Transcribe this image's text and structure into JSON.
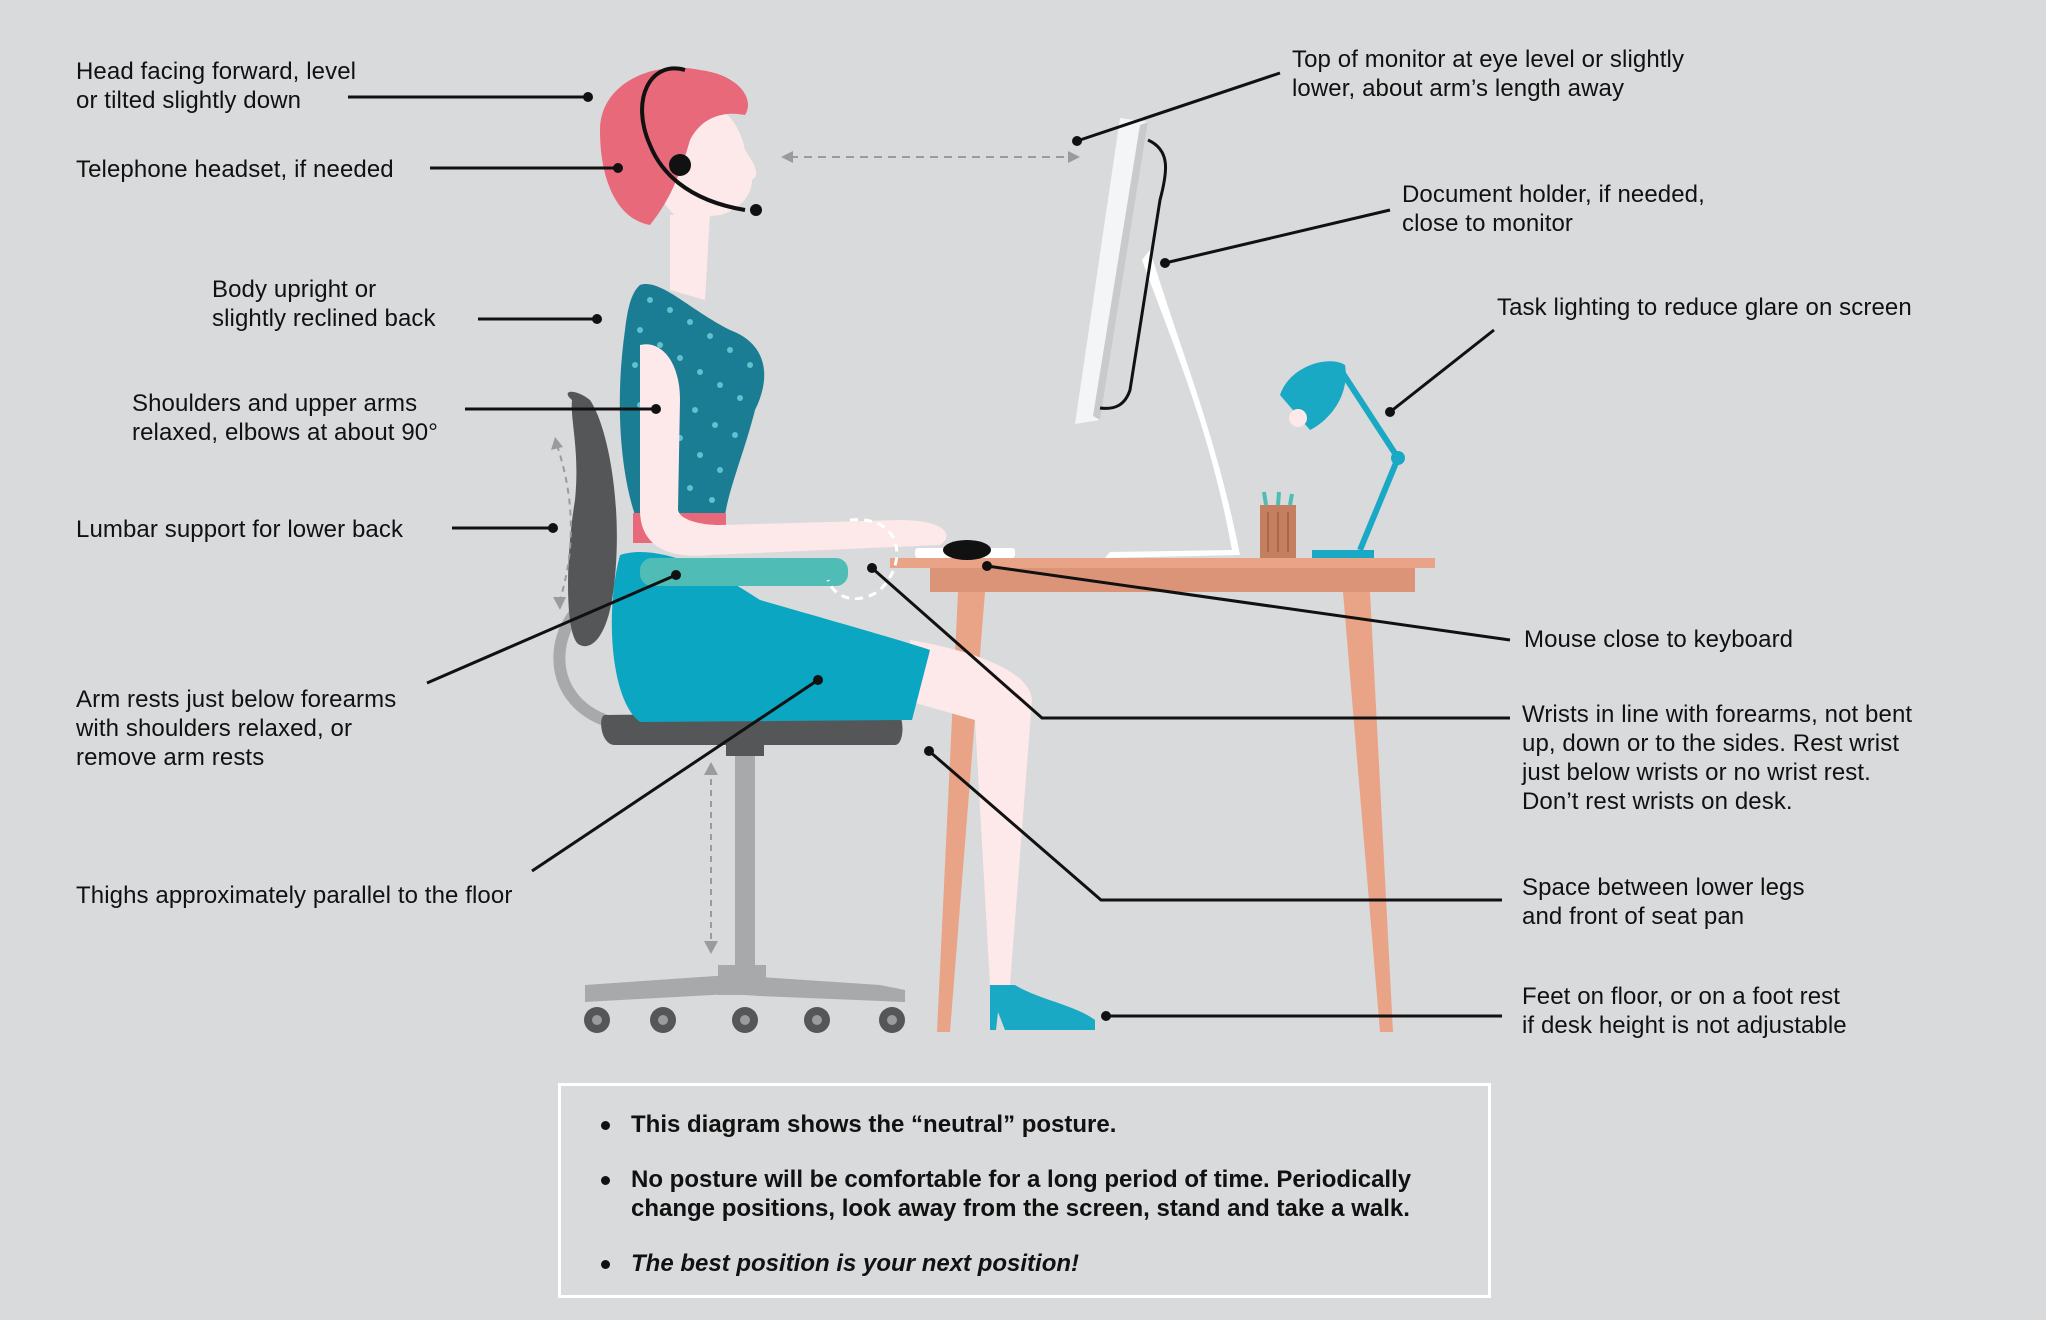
{
  "labels": {
    "head": "Head facing forward, level\nor tilted slightly down",
    "headset": "Telephone headset, if needed",
    "body": "Body upright or\nslightly reclined back",
    "shoulders": "Shoulders and upper arms\nrelaxed, elbows at about 90°",
    "lumbar": "Lumbar support for lower back",
    "armrests": "Arm rests just below forearms\nwith shoulders relaxed, or\nremove arm rests",
    "thighs": "Thighs approximately parallel to the floor",
    "monitor": "Top of monitor at eye level or slightly\nlower, about arm’s length away",
    "document": "Document holder, if needed,\nclose to monitor",
    "lighting": "Task lighting to reduce glare on screen",
    "mouse": "Mouse close to keyboard",
    "wrists": "Wrists in line with forearms, not bent\nup, down or to the sides. Rest wrist\njust below wrists or no wrist rest.\nDon’t rest wrists on desk.",
    "legs": "Space between lower legs\nand front of seat pan",
    "feet": "Feet on floor, or on a foot rest\nif desk height is not adjustable"
  },
  "notes": [
    "This diagram shows the “neutral” posture.",
    "No posture will be comfortable for a long period of time. Periodically\nchange positions, look away from the screen, stand and take a walk.",
    "The best position is your next position!"
  ],
  "colors": {
    "background": "#d9dadb",
    "hair": "#e8697a",
    "skin": "#fde8ea",
    "blouse": "#1a7d93",
    "skirt": "#0aa6c2",
    "chair": "#555658",
    "desk": "#e9a487",
    "armrest": "#4fbcb5",
    "lamp": "#19a9c4"
  }
}
